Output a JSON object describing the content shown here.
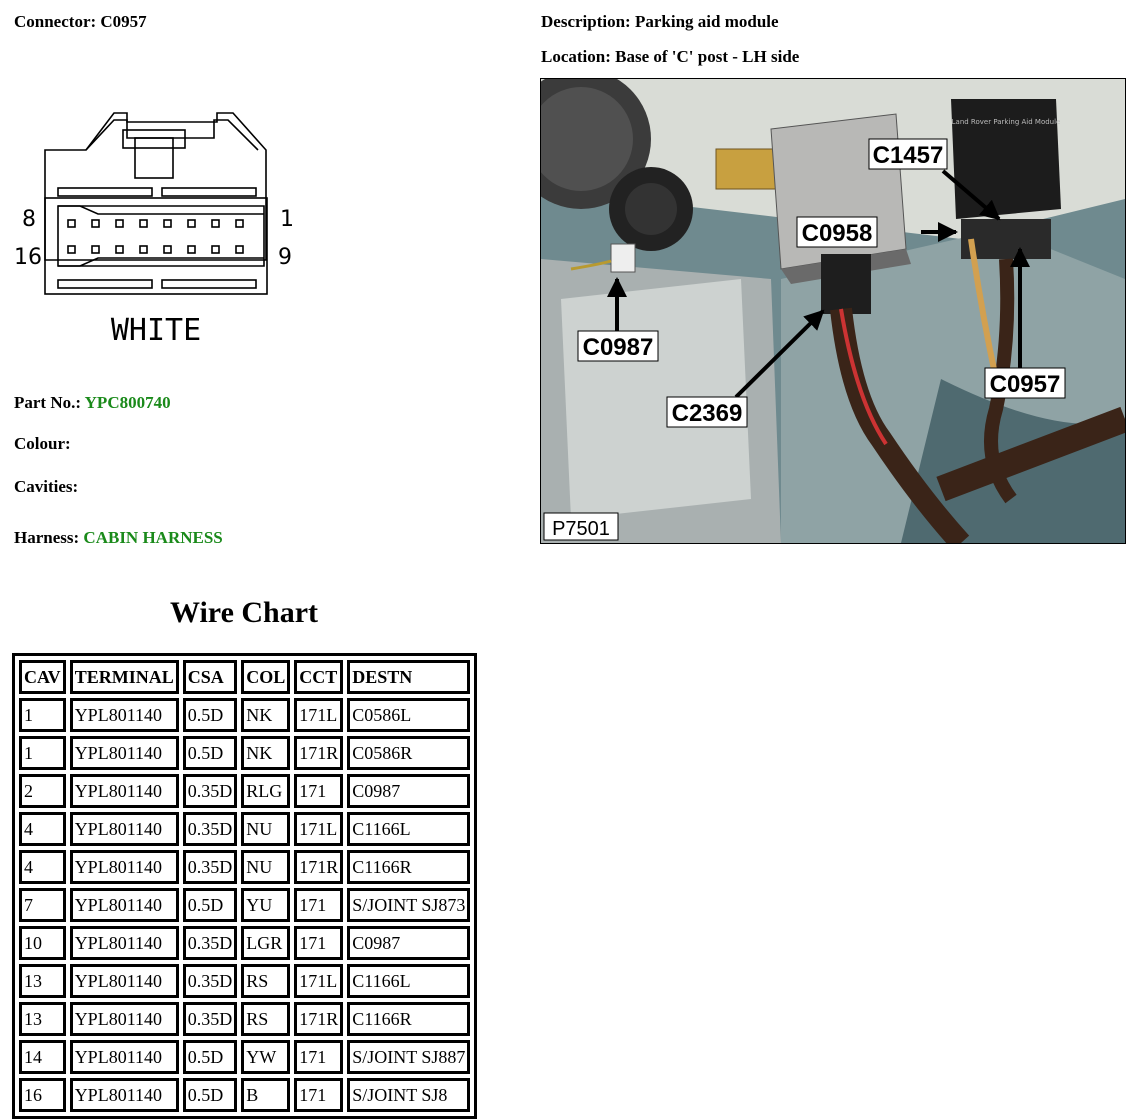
{
  "header": {
    "connector_label": "Connector:",
    "connector_value": "C0957",
    "description_label": "Description:",
    "description_value": "Parking aid module",
    "location_label": "Location:",
    "location_value": "Base of 'C' post - LH side"
  },
  "connector_diagram": {
    "pin_left_top": "8",
    "pin_right_top": "1",
    "pin_left_bottom": "16",
    "pin_right_bottom": "9",
    "colour_label": "WHITE"
  },
  "details": {
    "part_no_label": "Part No.:",
    "part_no_value": "YPC800740",
    "colour_label": "Colour:",
    "cavities_label": "Cavities:",
    "harness_label": "Harness:",
    "harness_value": "CABIN HARNESS"
  },
  "photo": {
    "callouts": [
      "C1457",
      "C0958",
      "C0987",
      "C2369",
      "C0957"
    ],
    "ref": "P7501",
    "module_label": "Land Rover Parking Aid Module"
  },
  "wire_chart": {
    "title": "Wire Chart",
    "headers": [
      "CAV",
      "TERMINAL",
      "CSA",
      "COL",
      "CCT",
      "DESTN"
    ],
    "rows": [
      [
        "1",
        "YPL801140",
        "0.5D",
        "NK",
        "171L",
        "C0586L"
      ],
      [
        "1",
        "YPL801140",
        "0.5D",
        "NK",
        "171R",
        "C0586R"
      ],
      [
        "2",
        "YPL801140",
        "0.35D",
        "RLG",
        "171",
        "C0987"
      ],
      [
        "4",
        "YPL801140",
        "0.35D",
        "NU",
        "171L",
        "C1166L"
      ],
      [
        "4",
        "YPL801140",
        "0.35D",
        "NU",
        "171R",
        "C1166R"
      ],
      [
        "7",
        "YPL801140",
        "0.5D",
        "YU",
        "171",
        "S/JOINT SJ873"
      ],
      [
        "10",
        "YPL801140",
        "0.35D",
        "LGR",
        "171",
        "C0987"
      ],
      [
        "13",
        "YPL801140",
        "0.35D",
        "RS",
        "171L",
        "C1166L"
      ],
      [
        "13",
        "YPL801140",
        "0.35D",
        "RS",
        "171R",
        "C1166R"
      ],
      [
        "14",
        "YPL801140",
        "0.5D",
        "YW",
        "171",
        "S/JOINT SJ887"
      ],
      [
        "16",
        "YPL801140",
        "0.5D",
        "B",
        "171",
        "S/JOINT SJ8"
      ]
    ]
  }
}
